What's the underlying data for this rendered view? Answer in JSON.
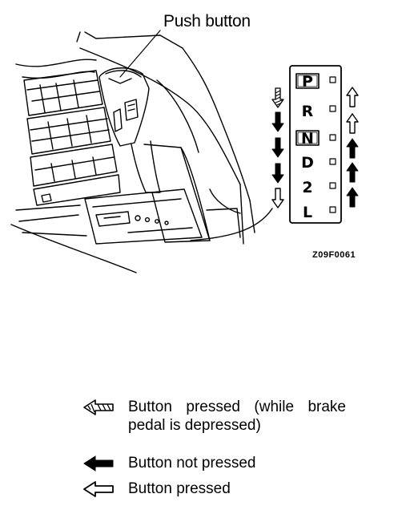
{
  "figure": {
    "callout_label": "Push button",
    "figure_code": "Z09F0061"
  },
  "shift_gate": {
    "positions": [
      {
        "letter": "P",
        "left_arrow": "pressed-with-brake",
        "right_arrow": "button-pressed"
      },
      {
        "letter": "R",
        "left_arrow": "button-not-pressed",
        "right_arrow": "button-pressed"
      },
      {
        "letter": "N",
        "left_arrow": "button-not-pressed",
        "right_arrow": "button-not-pressed"
      },
      {
        "letter": "D",
        "left_arrow": "button-not-pressed",
        "right_arrow": "button-not-pressed"
      },
      {
        "letter": "2",
        "left_arrow": "button-pressed",
        "right_arrow": "button-not-pressed"
      },
      {
        "letter": "L",
        "left_arrow": "",
        "right_arrow": ""
      }
    ]
  },
  "legend": [
    {
      "icon": "hatched-arrow-icon",
      "text": "Button pressed (while brake pedal is depressed)"
    },
    {
      "icon": "solid-arrow-icon",
      "text": "Button not pressed"
    },
    {
      "icon": "outline-arrow-icon",
      "text": "Button pressed"
    }
  ]
}
